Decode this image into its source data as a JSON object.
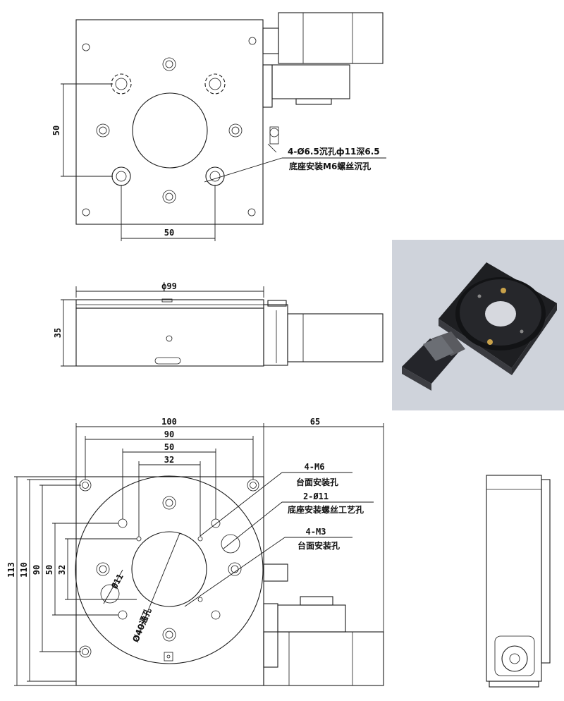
{
  "top_view": {
    "dim_vertical": "50",
    "dim_horizontal": "50",
    "callout_line1": "4-Ø6.5沉孔ф11深6.5",
    "callout_line2": "底座安装M6螺丝沉孔"
  },
  "front_view": {
    "dim_diameter": "ф99",
    "dim_height": "35"
  },
  "bottom_view": {
    "dim_100": "100",
    "dim_90": "90",
    "dim_50": "50",
    "dim_32": "32",
    "dim_65": "65",
    "dim_113": "113",
    "dim_110": "110",
    "dim_v90": "90",
    "dim_v50": "50",
    "dim_v32": "32",
    "dim_phi11": "Ø11",
    "dim_phi40": "Ø40通孔",
    "callout_m6_a": "4-M6",
    "callout_m6_b": "台面安装孔",
    "callout_d11_a": "2-Ø11",
    "callout_d11_b": "底座安装螺丝工艺孔",
    "callout_m3_a": "4-M3",
    "callout_m3_b": "台面安装孔"
  },
  "colors": {
    "line": "#1a1a1a",
    "photo_background": "#cfd3db"
  }
}
